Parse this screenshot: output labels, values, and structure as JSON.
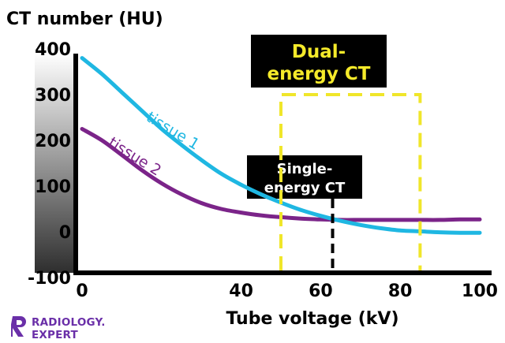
{
  "chart_data": {
    "type": "line",
    "title": "",
    "ylabel": "CT number (HU)",
    "xlabel": "Tube voltage (kV)",
    "xlim": [
      0,
      100
    ],
    "ylim": [
      -100,
      400
    ],
    "x_ticks": [
      "0",
      "40",
      "60",
      "80",
      "100"
    ],
    "x_tick_values": [
      0,
      40,
      60,
      80,
      100
    ],
    "y_ticks": [
      "400",
      "300",
      "200",
      "100",
      "0",
      "-100"
    ],
    "y_tick_values": [
      400,
      300,
      200,
      100,
      0,
      -100
    ],
    "grid": false,
    "series": [
      {
        "name": "tissue 1",
        "color": "#1fb7e2",
        "x": [
          0,
          5,
          10,
          15,
          20,
          25,
          30,
          35,
          40,
          45,
          50,
          55,
          60,
          65,
          70,
          75,
          80,
          85,
          90,
          95,
          100
        ],
        "y": [
          380,
          345,
          305,
          265,
          225,
          190,
          157,
          127,
          103,
          82,
          64,
          48,
          35,
          24,
          15,
          8,
          3,
          1,
          -1,
          -2,
          -2
        ]
      },
      {
        "name": "tissue 2",
        "color": "#7b2489",
        "x": [
          0,
          5,
          10,
          15,
          20,
          25,
          30,
          35,
          40,
          45,
          50,
          55,
          60,
          65,
          70,
          75,
          80,
          85,
          90,
          95,
          100
        ],
        "y": [
          225,
          200,
          168,
          135,
          106,
          82,
          63,
          50,
          42,
          36,
          32,
          29,
          27,
          26,
          26,
          26,
          26,
          26,
          26,
          27,
          27
        ]
      }
    ],
    "annotations": {
      "dual_energy": {
        "label_line1": "Dual-",
        "label_line2": "energy CT",
        "x_range_kv": [
          50,
          85
        ],
        "y_top_hu": 300,
        "line_color": "#f0e62a",
        "label_color": "#f5ea2a"
      },
      "single_energy": {
        "label_line1": "Single-",
        "label_line2": "energy CT",
        "x_kv": 63,
        "line_color": "#000000",
        "label_color": "#ffffff"
      }
    }
  },
  "logo": {
    "line1": "RADIOLOGY.",
    "line2": "EXPERT",
    "color": "#6a2fa8"
  }
}
